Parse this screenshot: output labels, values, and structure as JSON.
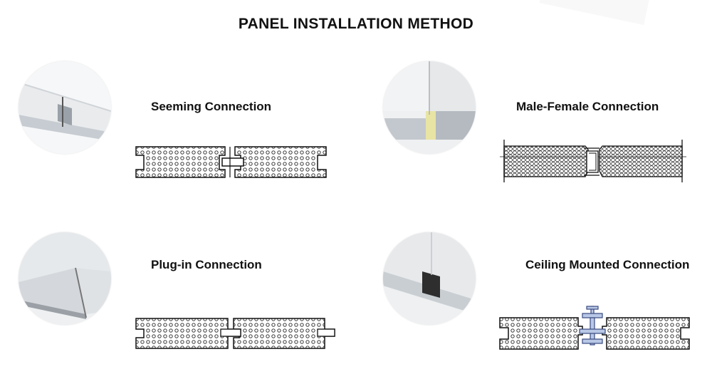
{
  "page": {
    "title": "PANEL INSTALLATION METHOD"
  },
  "methods": [
    {
      "label": "Seeming Connection"
    },
    {
      "label": "Male-Female Connection"
    },
    {
      "label": "Plug-in Connection"
    },
    {
      "label": "Ceiling Mounted Connection"
    }
  ],
  "colors": {
    "panel_skin": "#eceef0",
    "metal": "#b9bec4",
    "accent": "#e7e2a0",
    "joint": "#3a3a3a",
    "clip": "#b9c8e6"
  }
}
